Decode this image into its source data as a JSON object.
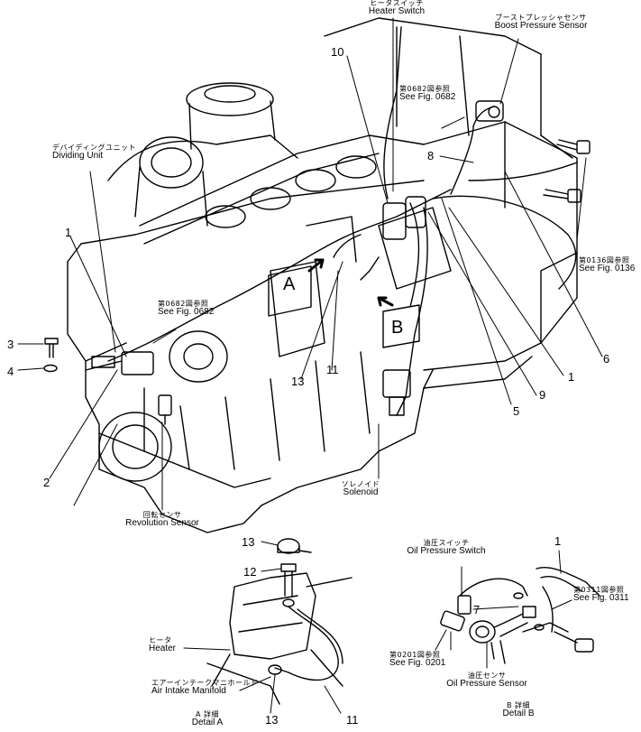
{
  "labels": {
    "heater_switch": {
      "jp": "ヒータスイッチ",
      "en": "Heater Switch"
    },
    "boost_pressure_sensor": {
      "jp": "ブーストプレッシャセンサ",
      "en": "Boost Pressure Sensor"
    },
    "see_0682_top": {
      "jp": "第0682図参照",
      "en": "See Fig. 0682"
    },
    "dividing_unit": {
      "jp": "デバイディングユニット",
      "en": "Dividing Unit"
    },
    "see_0682_left": {
      "jp": "第0682図参照",
      "en": "See Fig. 0682"
    },
    "see_0136": {
      "jp": "第0136図参照",
      "en": "See Fig. 0136"
    },
    "revolution_sensor": {
      "jp": "回転センサ",
      "en": "Revolution Sensor"
    },
    "solenoid": {
      "jp": "ソレノイド",
      "en": "Solenoid"
    },
    "oil_pressure_switch": {
      "jp": "油圧スイッチ",
      "en": "Oil Pressure Switch"
    },
    "see_0311": {
      "jp": "第0311図参照",
      "en": "See Fig. 0311"
    },
    "heater": {
      "jp": "ヒータ",
      "en": "Heater"
    },
    "air_intake_manifold": {
      "jp": "エアーインテークマニホールド",
      "en": "Air Intake Manifold"
    },
    "see_0201": {
      "jp": "第0201図参照",
      "en": "See Fig. 0201"
    },
    "oil_pressure_sensor": {
      "jp": "油圧センサ",
      "en": "Oil Pressure Sensor"
    },
    "detail_a": {
      "jp": "A 詳細",
      "en": "Detail A"
    },
    "detail_b": {
      "jp": "B 詳細",
      "en": "Detail B"
    }
  },
  "view_markers": {
    "a": "A",
    "b": "B"
  },
  "callouts": {
    "n1_left": "1",
    "n2": "2",
    "n3": "3",
    "n4": "4",
    "n5": "5",
    "n6": "6",
    "n7": "7",
    "n8": "8",
    "n9": "9",
    "n10": "10",
    "n11_main": "11",
    "n13_main": "13",
    "n1_right": "1",
    "n12": "12",
    "n13_detail_top": "13",
    "n13_detail_bottom": "13",
    "n11_detail": "11",
    "n1_detail_b": "1"
  }
}
